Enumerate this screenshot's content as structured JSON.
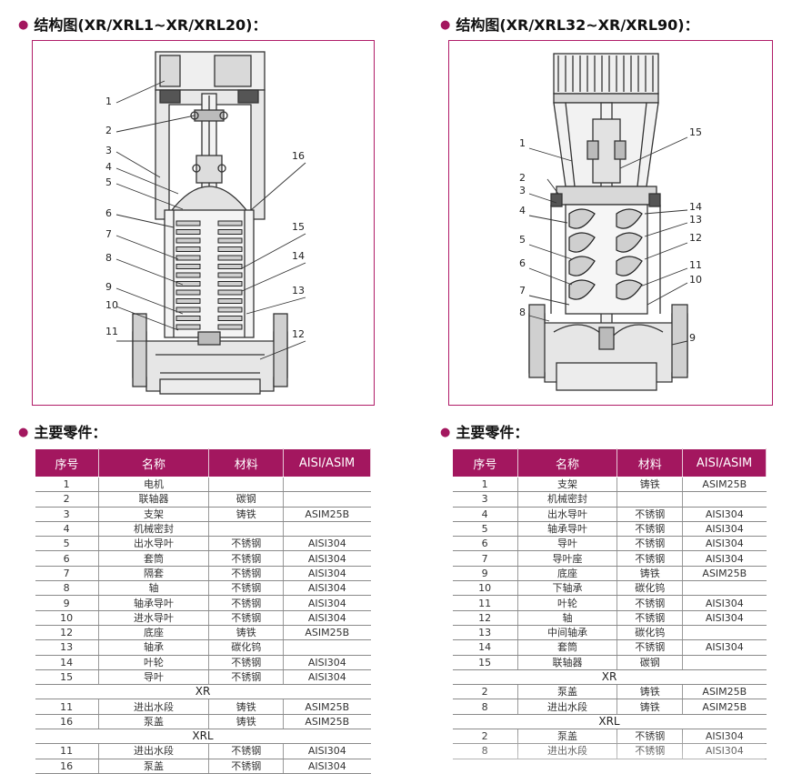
{
  "sections": {
    "structure_left": "结构图(XR/XRL1~XR/XRL20)：",
    "structure_right": "结构图(XR/XRL32~XR/XRL90)：",
    "parts_left": "主要零件：",
    "parts_right": "主要零件："
  },
  "diagram_left": {
    "labels": [
      "1",
      "2",
      "3",
      "4",
      "5",
      "6",
      "7",
      "8",
      "9",
      "10",
      "11",
      "16",
      "15",
      "14",
      "13",
      "12"
    ]
  },
  "diagram_right": {
    "labels": [
      "1",
      "2",
      "3",
      "4",
      "5",
      "6",
      "7",
      "8",
      "15",
      "14",
      "13",
      "12",
      "11",
      "10",
      "9"
    ]
  },
  "table_headers": [
    "序号",
    "名称",
    "材料",
    "AISI/ASIM"
  ],
  "table_left": [
    [
      "1",
      "电机",
      "",
      ""
    ],
    [
      "2",
      "联轴器",
      "碳钢",
      ""
    ],
    [
      "3",
      "支架",
      "铸铁",
      "ASIM25B"
    ],
    [
      "4",
      "机械密封",
      "",
      ""
    ],
    [
      "5",
      "出水导叶",
      "不锈钢",
      "AISI304"
    ],
    [
      "6",
      "套筒",
      "不锈钢",
      "AISI304"
    ],
    [
      "7",
      "隔套",
      "不锈钢",
      "AISI304"
    ],
    [
      "8",
      "轴",
      "不锈钢",
      "AISI304"
    ],
    [
      "9",
      "轴承导叶",
      "不锈钢",
      "AISI304"
    ],
    [
      "10",
      "进水导叶",
      "不锈钢",
      "AISI304"
    ],
    [
      "12",
      "底座",
      "铸铁",
      "ASIM25B"
    ],
    [
      "13",
      "轴承",
      "碳化钨",
      ""
    ],
    [
      "14",
      "叶轮",
      "不锈钢",
      "AISI304"
    ],
    [
      "15",
      "导叶",
      "不锈钢",
      "AISI304"
    ],
    [
      "XR"
    ],
    [
      "11",
      "进出水段",
      "铸铁",
      "ASIM25B"
    ],
    [
      "16",
      "泵盖",
      "铸铁",
      "ASIM25B"
    ],
    [
      "XRL"
    ],
    [
      "11",
      "进出水段",
      "不锈钢",
      "AISI304"
    ],
    [
      "16",
      "泵盖",
      "不锈钢",
      "AISI304"
    ]
  ],
  "table_right": [
    [
      "1",
      "支架",
      "铸铁",
      "ASIM25B"
    ],
    [
      "3",
      "机械密封",
      "",
      ""
    ],
    [
      "4",
      "出水导叶",
      "不锈钢",
      "AISI304"
    ],
    [
      "5",
      "轴承导叶",
      "不锈钢",
      "AISI304"
    ],
    [
      "6",
      "导叶",
      "不锈钢",
      "AISI304"
    ],
    [
      "7",
      "导叶座",
      "不锈钢",
      "AISI304"
    ],
    [
      "9",
      "底座",
      "铸铁",
      "ASIM25B"
    ],
    [
      "10",
      "下轴承",
      "碳化钨",
      ""
    ],
    [
      "11",
      "叶轮",
      "不锈钢",
      "AISI304"
    ],
    [
      "12",
      "轴",
      "不锈钢",
      "AISI304"
    ],
    [
      "13",
      "中间轴承",
      "碳化钨",
      ""
    ],
    [
      "14",
      "套筒",
      "不锈钢",
      "AISI304"
    ],
    [
      "15",
      "联轴器",
      "碳钢",
      ""
    ],
    [
      "XR"
    ],
    [
      "2",
      "泵盖",
      "铸铁",
      "ASIM25B"
    ],
    [
      "8",
      "进出水段",
      "铸铁",
      "ASIM25B"
    ],
    [
      "XRL"
    ],
    [
      "2",
      "泵盖",
      "不锈钢",
      "AISI304"
    ],
    [
      "8",
      "进出水段",
      "不锈钢",
      "AISI304"
    ]
  ],
  "colors": {
    "accent": "#a3175f",
    "frame": "#b01c68"
  }
}
